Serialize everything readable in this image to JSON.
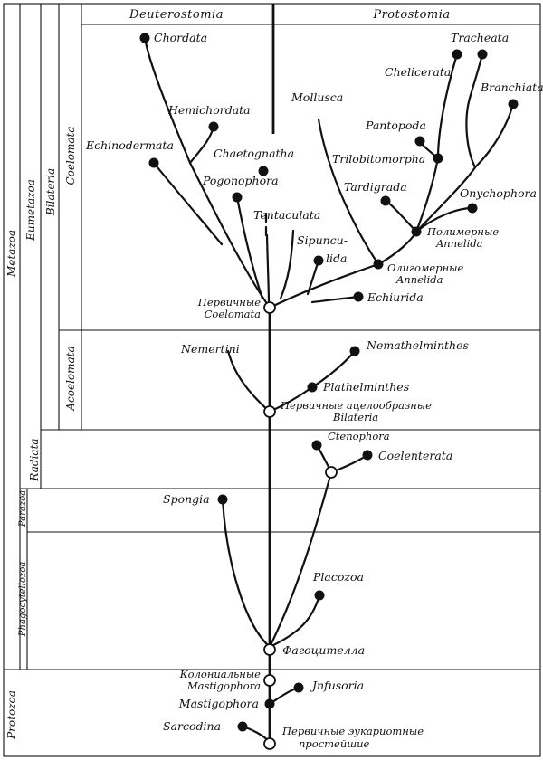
{
  "header": {
    "left": "Deuterostomia",
    "right": "Protostomia"
  },
  "ranks": {
    "metazoa": "Metazoa",
    "eumetazoa": "Eumetazoa",
    "bilateria": "Bilateria",
    "coelomata": "Coelomata",
    "acoelomata": "Acoelomata",
    "radiata": "Radiata",
    "parazoa": "Parazoa",
    "phagocytellozoa": "Phagocytellozoa",
    "protozoa": "Protozoa"
  },
  "taxa": {
    "chordata": "Chordata",
    "hemichordata": "Hemichordata",
    "echinodermata": "Echinodermata",
    "chaetognatha": "Chaetognatha",
    "pogonophora": "Pogonophora",
    "tentaculata": "Tentaculata",
    "sipunculida_1": "Sipuncu-",
    "sipunculida_2": "lida",
    "mollusca": "Mollusca",
    "tracheata": "Tracheata",
    "chelicerata": "Chelicerata",
    "branchiata": "Branchiata",
    "pantopoda": "Pantopoda",
    "trilobitomorpha": "Trilobitomorpha",
    "tardigrada": "Tardigrada",
    "onychophora": "Onychophora",
    "poly_annelida_1": "Полимерные",
    "poly_annelida_2": "Annelida",
    "oligo_annelida_1": "Олигомерные",
    "oligo_annelida_2": "Annelida",
    "echiurida": "Echiurida",
    "primary_coelomata_1": "Первичные",
    "primary_coelomata_2": "Coelomata",
    "nemertini": "Nemertini",
    "nemathelminthes": "Nemathelminthes",
    "plathelminthes": "Plathelminthes",
    "primary_acoel_1": "Первичные ацелообразные",
    "primary_acoel_2": "Bilateria",
    "ctenophora": "Ctenophora",
    "coelenterata": "Coelenterata",
    "spongia": "Spongia",
    "placozoa": "Placozoa",
    "phagocytella": "Фагоцителла",
    "colonial_mastig_1": "Колониальные",
    "colonial_mastig_2": "Mastigophora",
    "infusoria": "Jnfusoria",
    "mastigophora": "Mastigophora",
    "sarcodina": "Sarcodina",
    "primary_eukaryotes_1": "Первичные эукариотные",
    "primary_eukaryotes_2": "простейшие"
  }
}
